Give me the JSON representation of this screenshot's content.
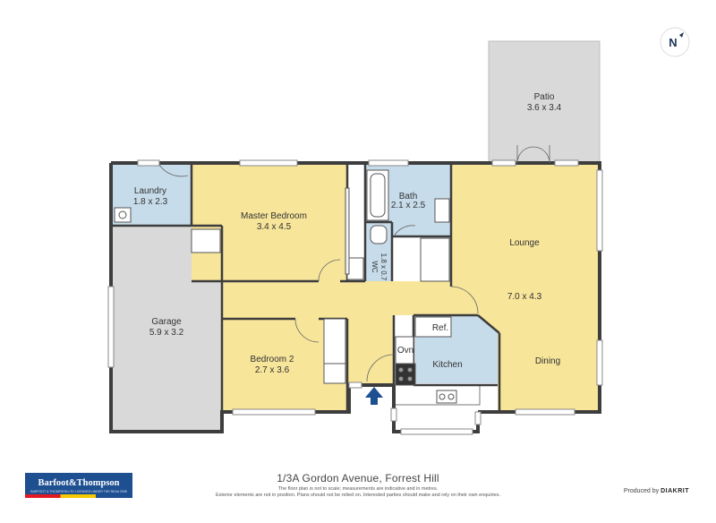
{
  "plan": {
    "rooms": {
      "patio": {
        "name": "Patio",
        "dims": "3.6 x 3.4"
      },
      "laundry": {
        "name": "Laundry",
        "dims": "1.8 x 2.3"
      },
      "master": {
        "name": "Master Bedroom",
        "dims": "3.4 x 4.5"
      },
      "bath": {
        "name": "Bath",
        "dims": "2.1 x 2.5"
      },
      "wc": {
        "name": "WC",
        "dims": "1.8 x 0.7"
      },
      "lounge": {
        "name": "Lounge",
        "dims": "7.0 x 4.3"
      },
      "dining": {
        "name": "Dining"
      },
      "garage": {
        "name": "Garage",
        "dims": "5.9 x 3.2"
      },
      "bedroom2": {
        "name": "Bedroom 2",
        "dims": "2.7 x 3.6"
      },
      "kitchen": {
        "name": "Kitchen"
      },
      "ref": {
        "name": "Ref."
      },
      "oven": {
        "name": "Ovn"
      }
    },
    "compass_letter": "N",
    "colors": {
      "wall": "#3d3d3d",
      "patio": "#d9d9d9",
      "garage": "#d9d9d9",
      "bedroom": "#f7e59a",
      "living": "#f7e59a",
      "wet": "#c7dcea"
    }
  },
  "footer": {
    "address": "1/3A Gordon Avenue, Forrest Hill",
    "disclaimer_1": "The floor plan is not to scale; measurements are indicative and in metres.",
    "disclaimer_2": "Exterior elements are not in position. Plans should not be relied on. Interested parties should make and rely on their own enquiries.",
    "brand_name": "Barfoot&Thompson",
    "brand_sub": "BARFOOT & THOMPSON LTD LICENSED UNDER THE REAA 2008",
    "produced_by_prefix": "Produced by",
    "produced_by_name": "DIAKRIT"
  }
}
